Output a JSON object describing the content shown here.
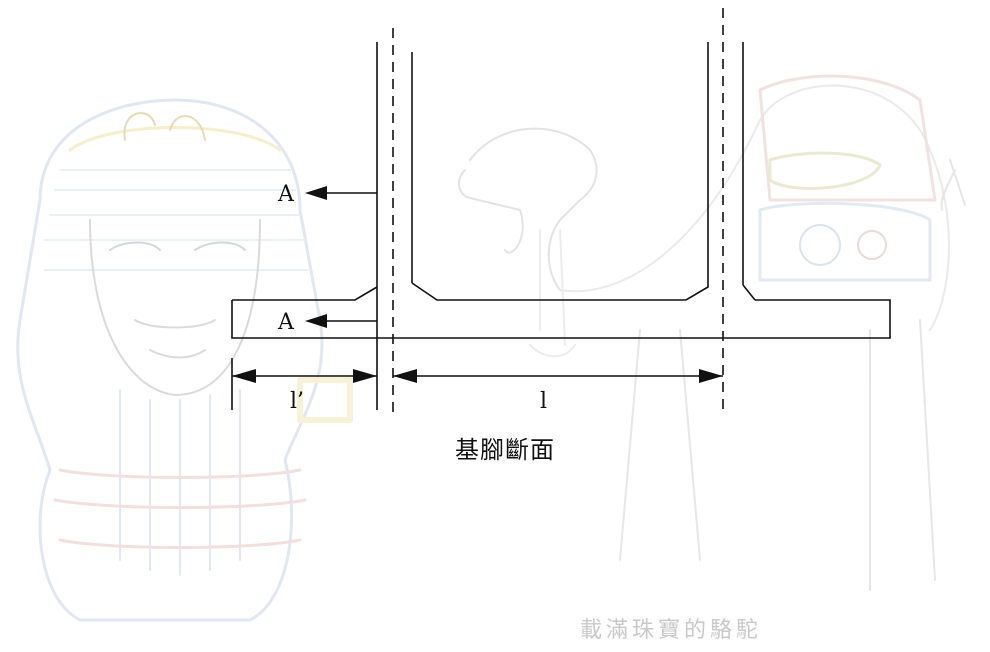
{
  "diagram": {
    "title": "基腳斷面",
    "arrow_labels": [
      "A",
      "A"
    ],
    "dimension_left": "l’",
    "dimension_right": "l"
  },
  "watermark": {
    "caption": "載滿珠寶的駱駝",
    "pharaoh_icon": "pharaoh-mask-drawing",
    "camel_icon": "camel-drawing",
    "colors": {
      "yellow": "#f3e3a2",
      "blue": "#b9cbe6",
      "red": "#e7b0b0",
      "gray": "#c8c8c8"
    }
  }
}
